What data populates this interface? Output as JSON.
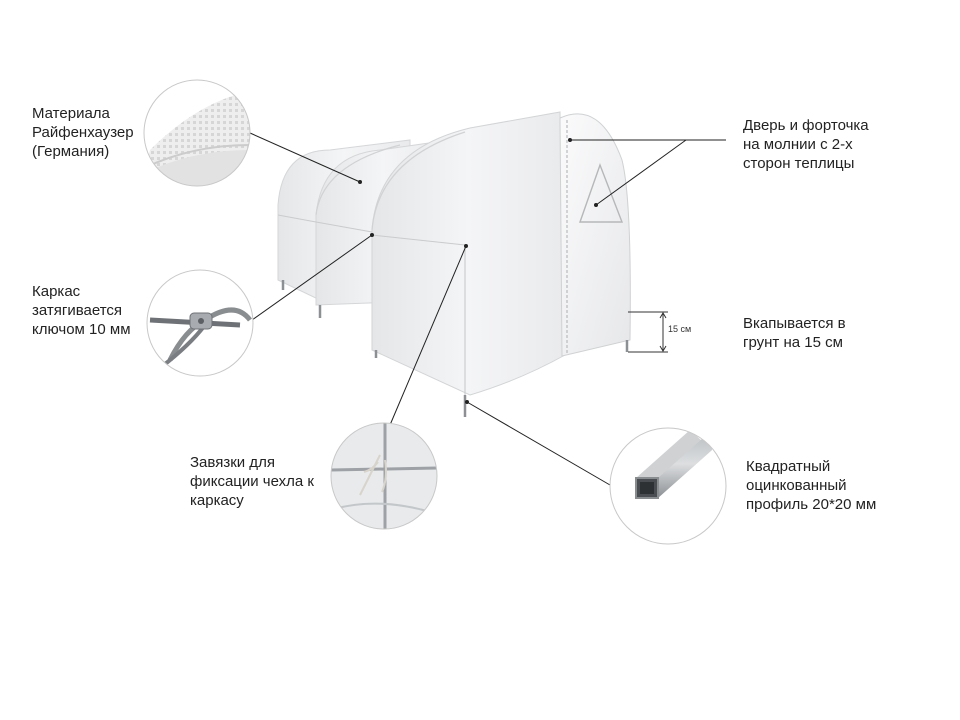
{
  "callouts": {
    "material": {
      "lines": [
        "Материала",
        "Райфенхаузер",
        "(Германия)"
      ],
      "icon": "fabric-texture-icon"
    },
    "frame": {
      "lines": [
        "Каркас",
        "затягивается",
        "ключом 10 мм"
      ],
      "icon": "frame-joint-icon"
    },
    "ties": {
      "lines": [
        "Завязки для",
        "фиксации чехла к",
        "каркасу"
      ],
      "icon": "tie-strings-icon"
    },
    "door": {
      "lines": [
        "Дверь и форточка",
        "на молнии с 2-х",
        "сторон теплицы"
      ]
    },
    "ground": {
      "lines": [
        "Вкапывается в",
        "грунт на 15 см"
      ]
    },
    "profile": {
      "lines": [
        "Квадратный",
        "оцинкованный",
        "профиль 20*20 мм"
      ],
      "icon": "square-tube-icon"
    }
  },
  "dimension": {
    "label": "15 см"
  },
  "colors": {
    "cover": "#f1f2f3",
    "leader": "#222222",
    "circle_border": "#c8c8c8",
    "metal": "#8a8d90"
  }
}
